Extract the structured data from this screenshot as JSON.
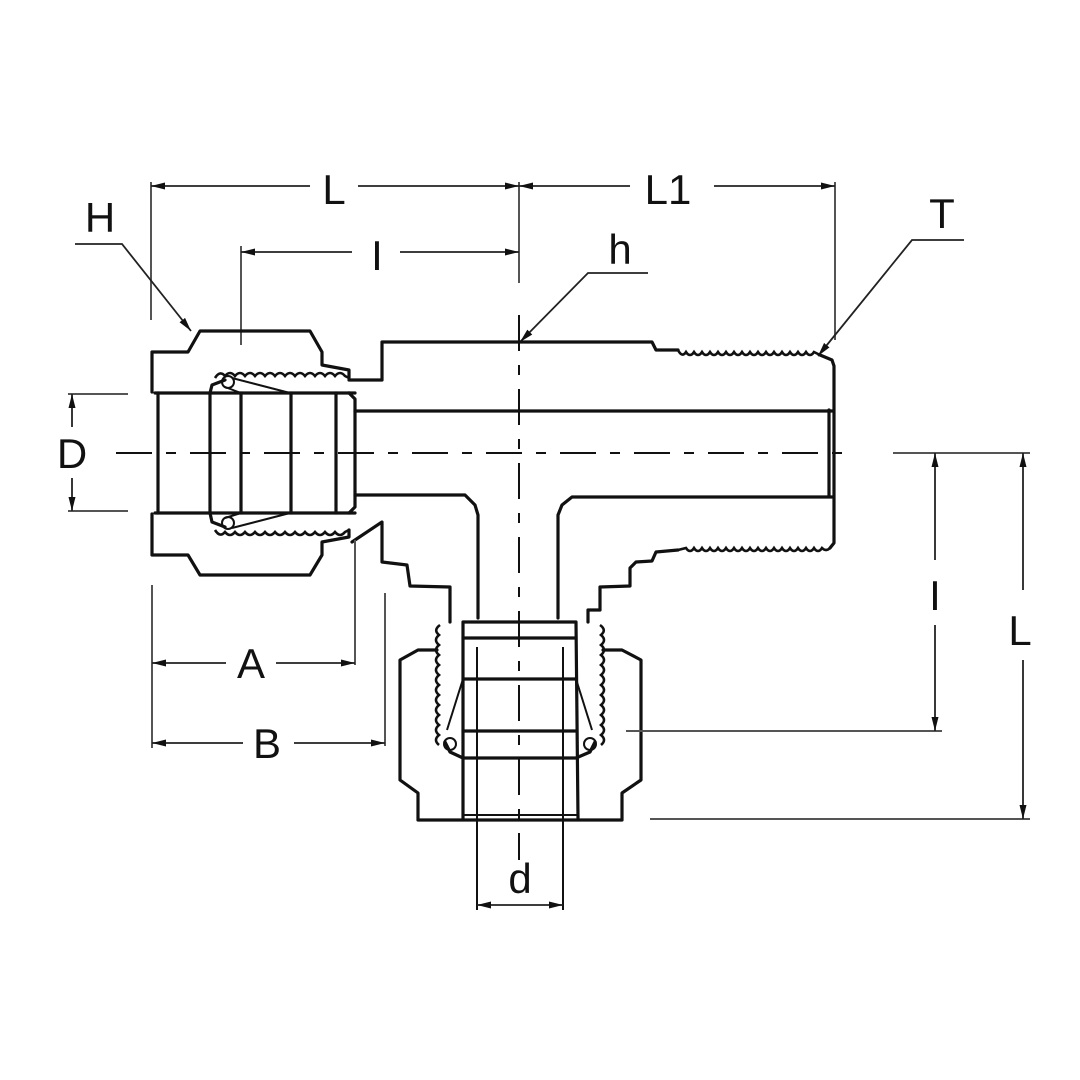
{
  "drawing": {
    "title": "Male Branch Tee Fitting - Dimension Drawing",
    "background": "#ffffff",
    "line_color": "#111111"
  },
  "labels": {
    "H": "H",
    "L_top": "L",
    "I_top": "I",
    "L1": "L1",
    "h": "h",
    "T": "T",
    "D": "D",
    "A": "A",
    "B": "B",
    "d": "d",
    "I_side": "I",
    "L_side": "L"
  }
}
